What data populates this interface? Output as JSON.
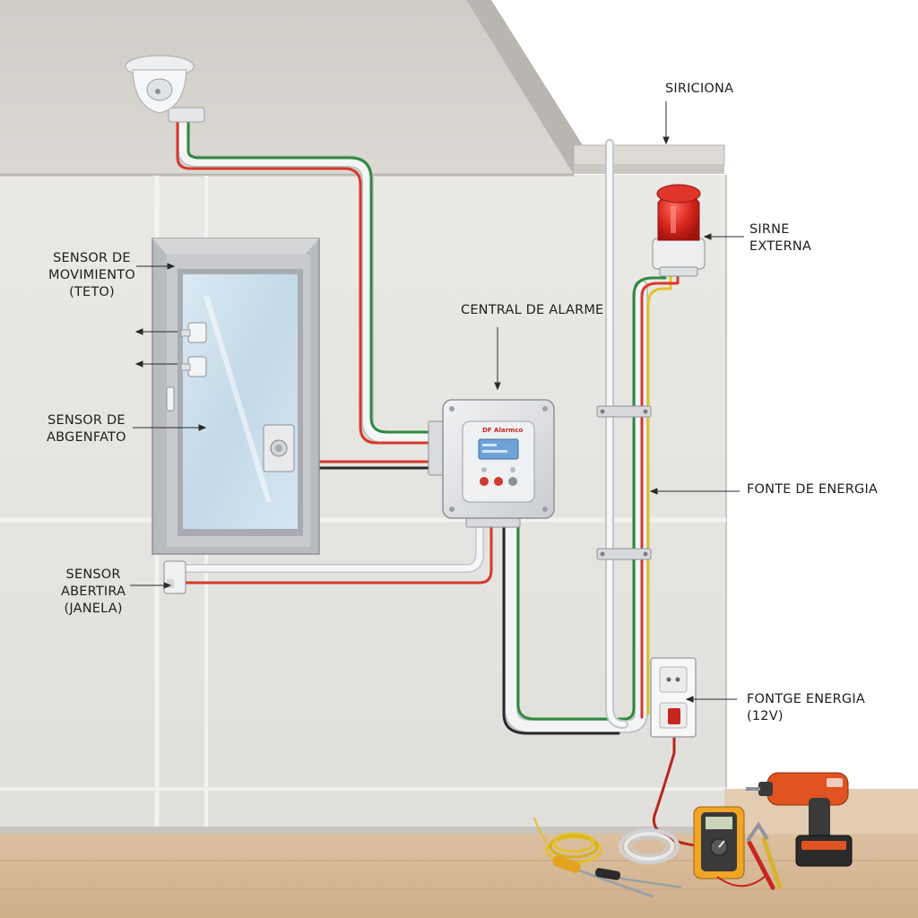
{
  "labels": {
    "motion_sensor": [
      "SENSOR DE",
      "MOVIMIENTO",
      "(TETO)"
    ],
    "siren_top": "SIRICIONA",
    "siren_ext": [
      "SIRNE",
      "EXTERNA"
    ],
    "central": "CENTRAL DE ALARME",
    "door_sensor": [
      "SENSOR DE",
      "ABGENFATO"
    ],
    "power_source": "FONTE DE ENERGIA",
    "window_sensor": [
      "SENSOR",
      "ABERTIRA",
      "(JANELA)"
    ],
    "power_supply": [
      "FONTGE ENERGIA",
      "(12V)"
    ]
  },
  "central_panel": {
    "brand_text": "DF Alarmco"
  },
  "colors": {
    "wall": "#e6e4e0",
    "floor": "#d6b896",
    "wire_red": "#d6392e",
    "wire_green": "#2f8a3e",
    "wire_yellow": "#e3c12a",
    "siren_red": "#d4241b",
    "drill_orange": "#e0521f"
  }
}
